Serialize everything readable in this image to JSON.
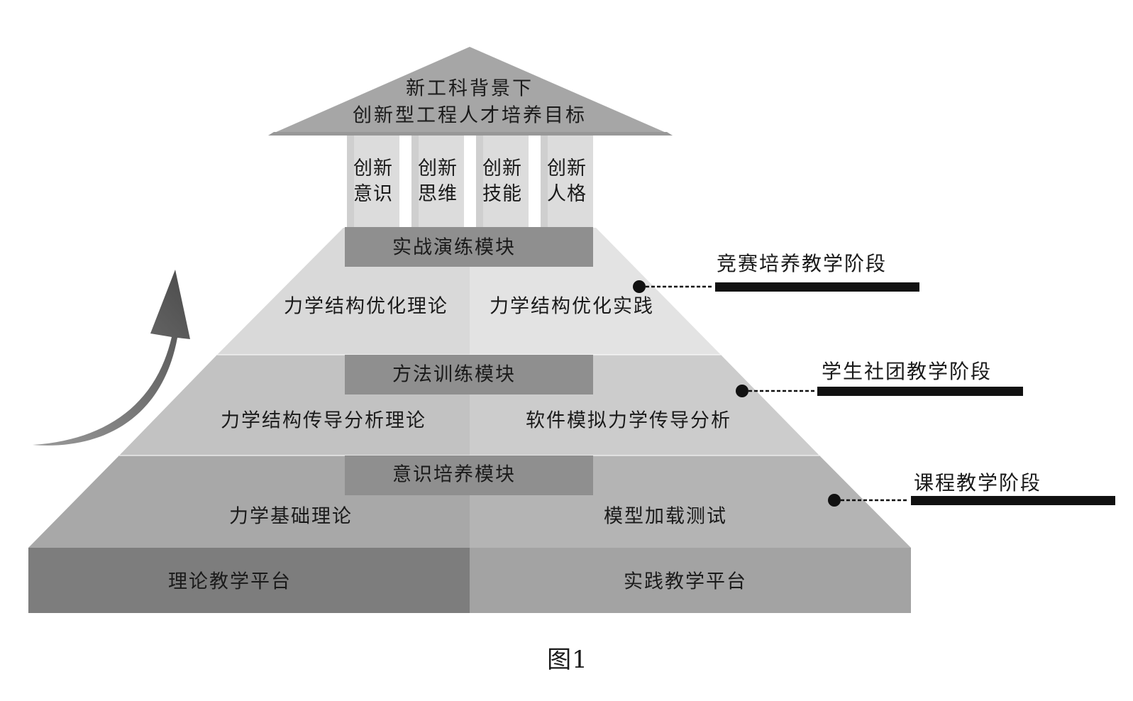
{
  "roof": {
    "line1": "新工科背景下",
    "line2": "创新型工程人才培养目标"
  },
  "pillars": [
    {
      "line1": "创新",
      "line2": "意识"
    },
    {
      "line1": "创新",
      "line2": "思维"
    },
    {
      "line1": "创新",
      "line2": "技能"
    },
    {
      "line1": "创新",
      "line2": "人格"
    }
  ],
  "tiers": {
    "top": {
      "module": "实战演练模块",
      "left": "力学结构优化理论",
      "right": "力学结构优化实践",
      "stage": "竞赛培养教学阶段"
    },
    "middle": {
      "module": "方法训练模块",
      "left": "力学结构传导分析理论",
      "right": "软件模拟力学传导分析",
      "stage": "学生社团教学阶段"
    },
    "bottom": {
      "module": "意识培养模块",
      "left": "力学基础理论",
      "right": "模型加载测试",
      "stage": "课程教学阶段"
    }
  },
  "base": {
    "left": "理论教学平台",
    "right": "实践教学平台"
  },
  "caption": "图1",
  "colors": {
    "roof": "#a6a6a6",
    "pillar": "#dcdcdc",
    "module_bar": "#8f8f8f",
    "tier_top_left": "#d9d9d9",
    "tier_top_right": "#e3e3e3",
    "tier_mid_left": "#c2c2c2",
    "tier_mid_right": "#cccccc",
    "tier_bot_left": "#a8a8a8",
    "tier_bot_right": "#b4b4b4",
    "base_left": "#7d7d7d",
    "base_right": "#a3a3a3",
    "arrow": "#6e6e6e",
    "leader": "#111111"
  }
}
